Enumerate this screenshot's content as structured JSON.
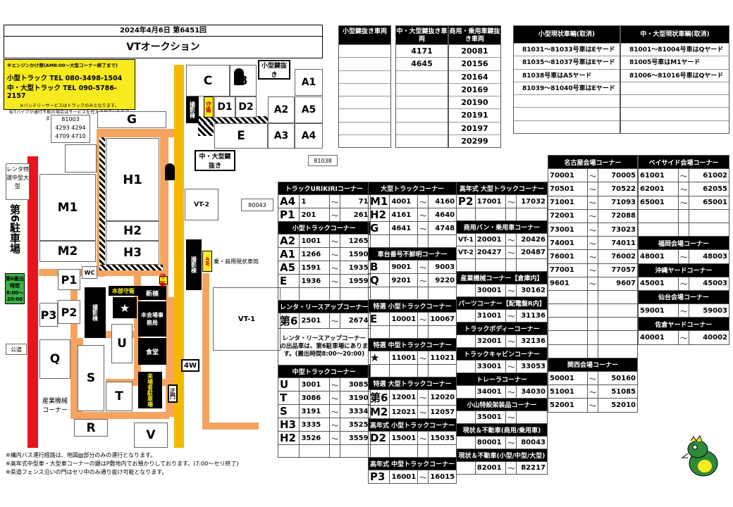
{
  "header": {
    "date_issue": "2024年4月6日 第6451回",
    "title": "VTオークション"
  },
  "notice": {
    "engine_note": "※エンジンかけ禁(AM8:00〜大型コーナー終了まで)",
    "small_truck": "小型トラック TEL 080-3498-1504",
    "large_truck": "中・大型トラック TEL 090-5786-2157",
    "battery_note": "※バッテリーサービスはトラックのみとなります。",
    "bt_note": "B/Tバイクが通行不能の場合はサービスを控えさせていただきます。ご了承ください。"
  },
  "map": {
    "labels": {
      "C": "C",
      "B": "B",
      "A1": "A1",
      "D1": "D1",
      "D2": "D2",
      "A2": "A2",
      "A5": "A5",
      "A3": "A3",
      "A4": "A4",
      "E": "E",
      "G": "G",
      "H1": "H1",
      "H2": "H2",
      "H3": "H3",
      "M1": "M1",
      "M2": "M2",
      "P1": "P1",
      "P2": "P2",
      "P3": "P3",
      "Q": "Q",
      "S": "S",
      "T": "T",
      "U": "U",
      "R": "R",
      "V": "V",
      "VT2": "VT-2",
      "VT1": "VT-1",
      "WC": "WC",
      "star": "★",
      "fourW": "4W",
      "seimon": "正門"
    },
    "small_key": "小型鍵抜き",
    "large_key": "中・大型鍵抜き",
    "rental": "レンタ特選中型大型",
    "parking6": "第6駐車場",
    "exit_time": "第6搬出時間8:00〜20:00",
    "public_road": "公道",
    "photo_bldg": "撮影棟",
    "guard": "守衛",
    "honbu_guard": "本部守衛",
    "shinto": "新棟",
    "hall": "本会場事務局",
    "shokudo": "食堂",
    "raijo": "来場者駐車場",
    "sangyo": "産業機械コーナー",
    "jouyou": "乗・商用現状車両",
    "callout_81003": [
      "81003",
      "4293 4294",
      "4709 4710"
    ],
    "callout_81038": "81038",
    "callout_80043": "80043"
  },
  "footnotes": [
    "※構内バス運行経路は、地図▨部分のみの運行となります。",
    "※高年式中型車・大型車コーナーの鍵はP敷地内でお預かりしております。(7:00〜セリ終了)",
    "※県道フェンス沿いの門はセリ中のみ通り抜け可能となります。"
  ],
  "key_cols": [
    {
      "header": "小型鍵抜き車両",
      "rows": [
        "",
        "",
        "",
        "",
        "",
        "",
        "",
        ""
      ]
    },
    {
      "header": "中・大型鍵抜き車両",
      "rows": [
        "4171",
        "4645",
        "",
        "",
        "",
        "",
        "",
        ""
      ]
    },
    {
      "header": "商用・乗用車鍵抜き車両",
      "rows": [
        "20081",
        "20156",
        "20164",
        "20169",
        "20190",
        "20191",
        "20197",
        "20299"
      ]
    }
  ],
  "yard_small": {
    "header": "小型現状車輌(取消)",
    "rows": [
      "81031〜81033号車はEヤード",
      "81035〜81037号車はEヤード",
      "81038号車はA5ヤード",
      "81039〜81040号車はEヤード",
      "",
      "",
      ""
    ]
  },
  "yard_large": {
    "header": "中・大型現状車輌(取消)",
    "rows": [
      "81001〜81004号車はQヤード",
      "81005号車はM1ヤード",
      "81006〜81016号車はQヤード",
      "",
      "",
      "",
      ""
    ]
  },
  "tables": {
    "t1": [
      {
        "h": "トラックURIKIRIコーナー"
      },
      {
        "c": "A4",
        "a": "1",
        "b": "71"
      },
      {
        "c": "P1",
        "a": "201",
        "b": "261"
      },
      {
        "h": "小型トラックコーナー"
      },
      {
        "c": "A2",
        "a": "1001",
        "b": "1265"
      },
      {
        "c": "A1",
        "a": "1266",
        "b": "1590"
      },
      {
        "c": "A5",
        "a": "1591",
        "b": "1935"
      },
      {
        "c": "E",
        "a": "1936",
        "b": "1959"
      },
      {
        "c": "",
        "a": "",
        "b": ""
      },
      {
        "h": "レンタ・リースアップコーナー"
      },
      {
        "c": "第6",
        "a": "2501",
        "b": "2674"
      },
      {
        "note": "レンタ・リースアップコーナーの出品車は、第6駐車場にあります。(搬出時間8:00〜20:00)"
      },
      {
        "h": "中型トラックコーナー"
      },
      {
        "c": "U",
        "a": "3001",
        "b": "3085"
      },
      {
        "c": "T",
        "a": "3086",
        "b": "3190"
      },
      {
        "c": "S",
        "a": "3191",
        "b": "3334"
      },
      {
        "c": "H3",
        "a": "3335",
        "b": "3525"
      },
      {
        "c": "H2",
        "a": "3526",
        "b": "3559"
      },
      {
        "c": "",
        "a": "",
        "b": ""
      }
    ],
    "t2": [
      {
        "h": "大型トラックコーナー"
      },
      {
        "c": "M1",
        "a": "4001",
        "b": "4160"
      },
      {
        "c": "H2",
        "a": "4161",
        "b": "4640"
      },
      {
        "c": "G",
        "a": "4641",
        "b": "4748"
      },
      {
        "c": "",
        "a": "",
        "b": ""
      },
      {
        "h": "車台番号不鮮明コーナー"
      },
      {
        "c": "B",
        "a": "9001",
        "b": "9003"
      },
      {
        "c": "Q",
        "a": "9201",
        "b": "9220"
      },
      {
        "c": "",
        "a": "",
        "b": ""
      },
      {
        "h": "特選 小型トラックコーナー"
      },
      {
        "c": "E",
        "a": "10001",
        "b": "10067"
      },
      {
        "c": "",
        "a": "",
        "b": ""
      },
      {
        "h": "特選 中型トラックコーナー"
      },
      {
        "c": "★",
        "a": "11001",
        "b": "11021"
      },
      {
        "c": "",
        "a": "",
        "b": ""
      },
      {
        "h": "特選 大型トラックコーナー"
      },
      {
        "c": "第6",
        "a": "12001",
        "b": "12020"
      },
      {
        "c": "M2",
        "a": "12021",
        "b": "12057"
      },
      {
        "h": "高年式 小型トラックコーナー"
      },
      {
        "c": "D2",
        "a": "15001",
        "b": "15035"
      },
      {
        "c": "",
        "a": "",
        "b": ""
      },
      {
        "h": "高年式 中型トラックコーナー"
      },
      {
        "c": "P3",
        "a": "16001",
        "b": "16015"
      }
    ],
    "t3": [
      {
        "h": "高年式 大型トラックコーナー"
      },
      {
        "c": "P2",
        "a": "17001",
        "b": "17032"
      },
      {
        "c": "",
        "a": "",
        "b": ""
      },
      {
        "h": "商用バン・乗用車コーナー"
      },
      {
        "c": "VT-1",
        "a": "20001",
        "b": "20426"
      },
      {
        "c": "VT-2",
        "a": "20427",
        "b": "20487"
      },
      {
        "c": "",
        "a": "",
        "b": ""
      },
      {
        "h": "産業機械コーナー【倉庫内】"
      },
      {
        "c": "",
        "a": "30001",
        "b": "30162"
      },
      {
        "h": "パーツコーナー【配電盤R内】"
      },
      {
        "c": "",
        "a": "31001",
        "b": "31136"
      },
      {
        "h": "トラックボディーコーナー"
      },
      {
        "c": "",
        "a": "32001",
        "b": "32136"
      },
      {
        "h": "トラックキャビンコーナー"
      },
      {
        "c": "",
        "a": "33001",
        "b": "33053"
      },
      {
        "h": "トレーラコーナー"
      },
      {
        "c": "",
        "a": "34001",
        "b": "34030"
      },
      {
        "h": "小山特設架装品コーナー"
      },
      {
        "c": "",
        "a": "35001",
        "b": ""
      },
      {
        "h": "現状＆不動車(商用/乗用車)"
      },
      {
        "c": "",
        "a": "80001",
        "b": "80043"
      },
      {
        "h": "現状＆不動車(小型/中型/大型)"
      },
      {
        "c": "",
        "a": "82001",
        "b": "82217"
      }
    ],
    "t4": [
      {
        "h": "名古屋会場コーナー"
      },
      {
        "a": "70001",
        "b": "70005"
      },
      {
        "a": "70501",
        "b": "70522"
      },
      {
        "a": "71001",
        "b": "71093"
      },
      {
        "a": "72001",
        "b": "72088"
      },
      {
        "a": "73001",
        "b": "73023"
      },
      {
        "a": "74001",
        "b": "74011"
      },
      {
        "a": "76001",
        "b": "76002"
      },
      {
        "a": "77001",
        "b": "77057"
      },
      {
        "a": "9601",
        "b": "9607"
      },
      {
        "a": "",
        "b": ""
      },
      {
        "a": "",
        "b": ""
      },
      {
        "a": "",
        "b": ""
      },
      {
        "a": "",
        "b": ""
      },
      {
        "a": "",
        "b": ""
      },
      {
        "h": "関西会場コーナー"
      },
      {
        "a": "50001",
        "b": "50160"
      },
      {
        "a": "51001",
        "b": "51085"
      },
      {
        "a": "52001",
        "b": "52010"
      }
    ],
    "t5": [
      {
        "h": "ベイサイド会場コーナー"
      },
      {
        "a": "61001",
        "b": "61002"
      },
      {
        "a": "62001",
        "b": "62055"
      },
      {
        "a": "65001",
        "b": "65001"
      },
      {
        "a": "",
        "b": ""
      },
      {
        "a": "",
        "b": ""
      },
      {
        "h": "福岡会場コーナー"
      },
      {
        "a": "48001",
        "b": "48003"
      },
      {
        "h": "沖縄ヤードコーナー"
      },
      {
        "a": "45001",
        "b": "45003"
      },
      {
        "h": "仙台会場コーナー"
      },
      {
        "a": "59001",
        "b": "59003"
      },
      {
        "h": "佐倉ヤードコーナー"
      },
      {
        "a": "40001",
        "b": "40002"
      }
    ]
  }
}
